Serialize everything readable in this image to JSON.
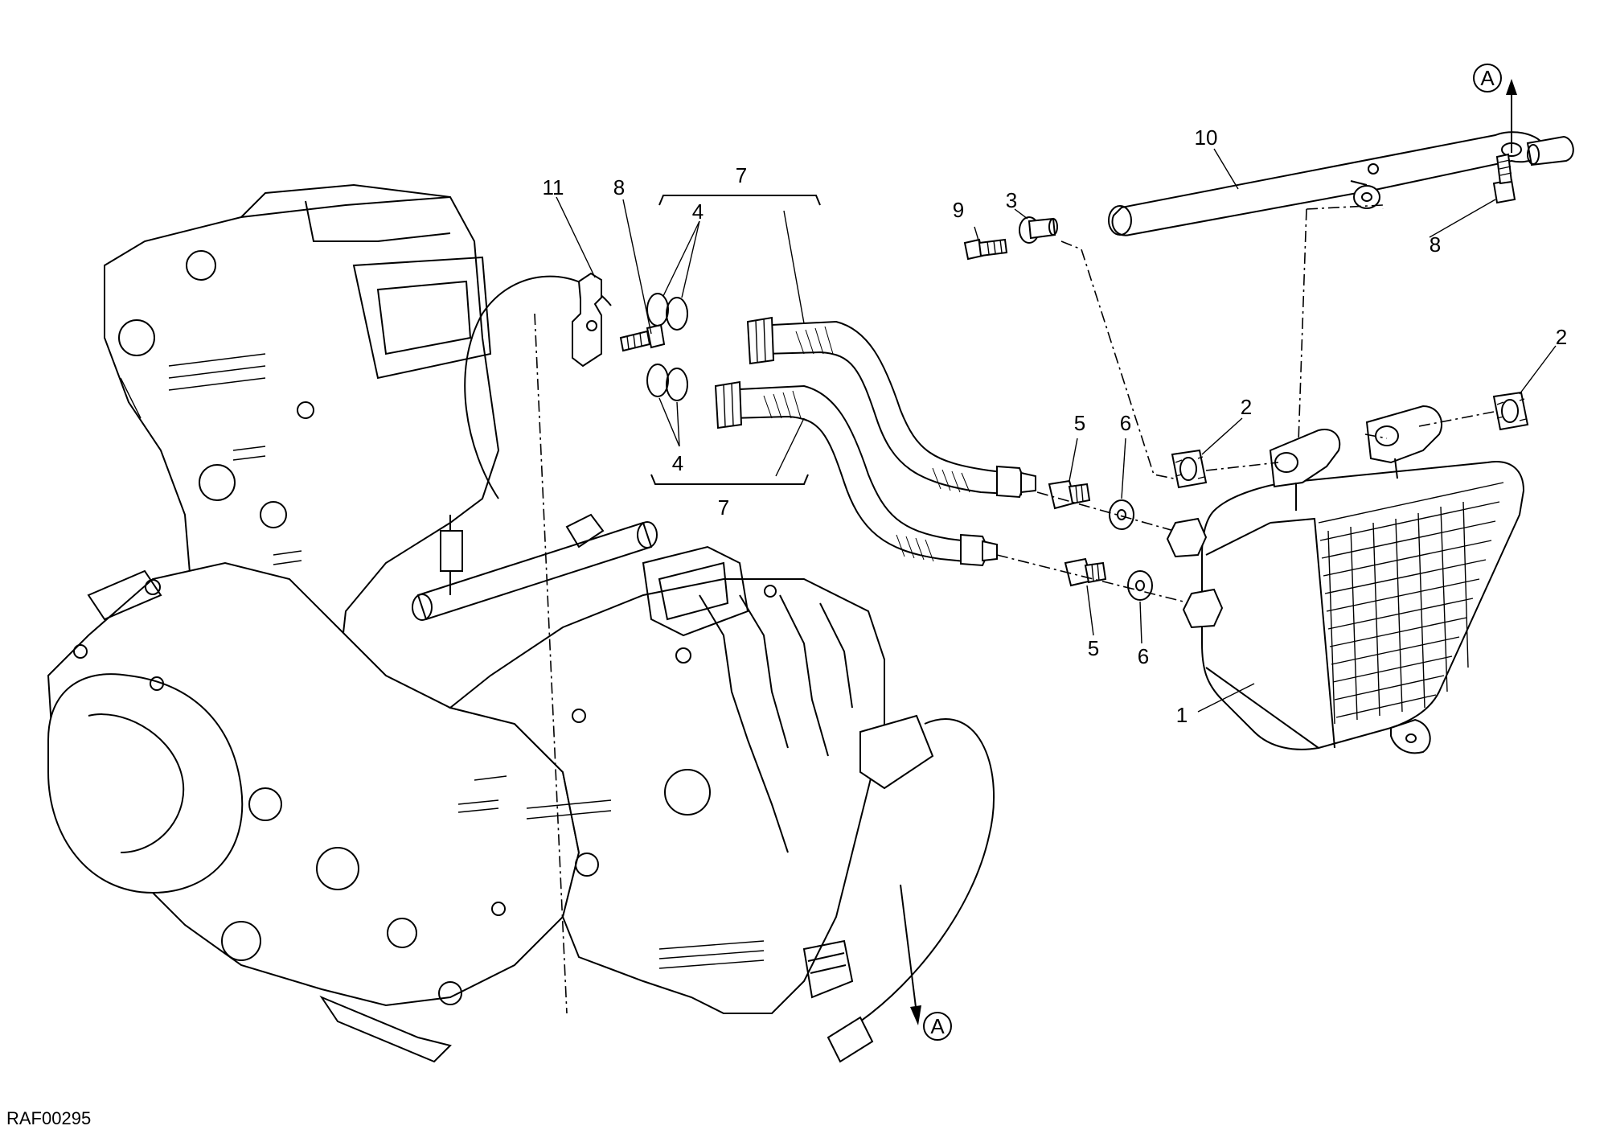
{
  "drawing_code": "RAF00295",
  "callouts": {
    "c1": "1",
    "c2a": "2",
    "c2b": "2",
    "c3": "3",
    "c4a": "4",
    "c4b": "4",
    "c5a": "5",
    "c5b": "5",
    "c6a": "6",
    "c6b": "6",
    "c7a": "7",
    "c7b": "7",
    "c8a": "8",
    "c8b": "8",
    "c9": "9",
    "c10": "10",
    "c11": "11"
  },
  "references": {
    "ref_top": "A",
    "ref_bottom": "A"
  }
}
